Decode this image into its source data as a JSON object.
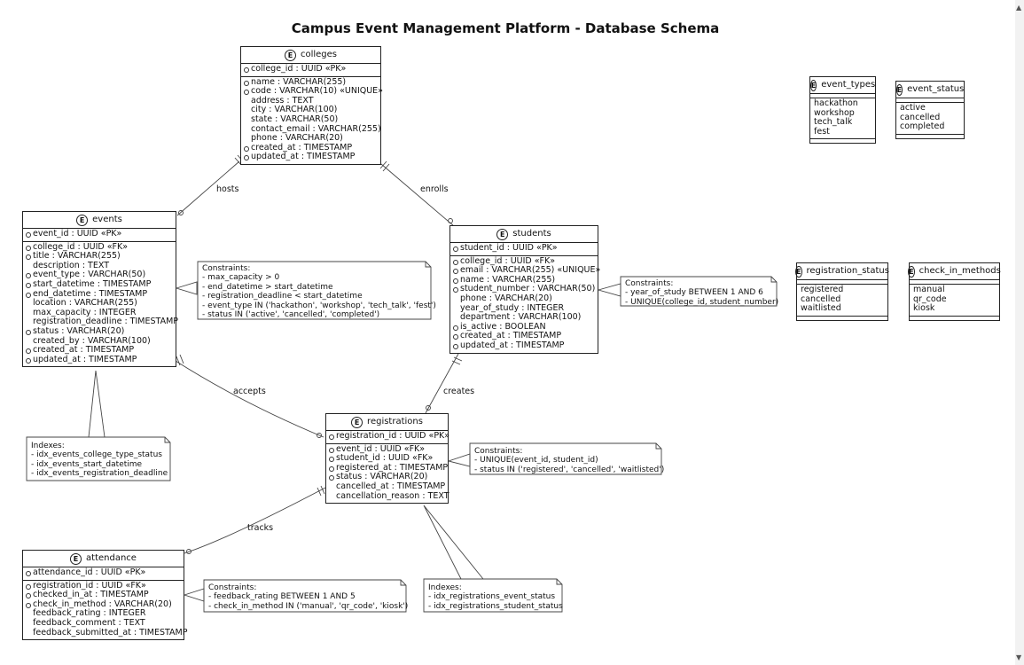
{
  "title": "Campus Event Management Platform - Database Schema",
  "entity_marker": "E",
  "entities": {
    "colleges": {
      "name": "colleges",
      "keys": [
        {
          "text": "college_id : UUID «PK»",
          "req": true
        }
      ],
      "attrs": [
        {
          "text": "name : VARCHAR(255)",
          "req": true
        },
        {
          "text": "code : VARCHAR(10) «UNIQUE»",
          "req": true
        },
        {
          "text": "address : TEXT",
          "req": false
        },
        {
          "text": "city : VARCHAR(100)",
          "req": false
        },
        {
          "text": "state : VARCHAR(50)",
          "req": false
        },
        {
          "text": "contact_email : VARCHAR(255)",
          "req": false
        },
        {
          "text": "phone : VARCHAR(20)",
          "req": false
        },
        {
          "text": "created_at : TIMESTAMP",
          "req": true
        },
        {
          "text": "updated_at : TIMESTAMP",
          "req": true
        }
      ]
    },
    "events": {
      "name": "events",
      "keys": [
        {
          "text": "event_id : UUID «PK»",
          "req": true
        }
      ],
      "attrs": [
        {
          "text": "college_id : UUID «FK»",
          "req": true
        },
        {
          "text": "title : VARCHAR(255)",
          "req": true
        },
        {
          "text": "description : TEXT",
          "req": false
        },
        {
          "text": "event_type : VARCHAR(50)",
          "req": true
        },
        {
          "text": "start_datetime : TIMESTAMP",
          "req": true
        },
        {
          "text": "end_datetime : TIMESTAMP",
          "req": true
        },
        {
          "text": "location : VARCHAR(255)",
          "req": false
        },
        {
          "text": "max_capacity : INTEGER",
          "req": false
        },
        {
          "text": "registration_deadline : TIMESTAMP",
          "req": false
        },
        {
          "text": "status : VARCHAR(20)",
          "req": true
        },
        {
          "text": "created_by : VARCHAR(100)",
          "req": false
        },
        {
          "text": "created_at : TIMESTAMP",
          "req": true
        },
        {
          "text": "updated_at : TIMESTAMP",
          "req": true
        }
      ]
    },
    "students": {
      "name": "students",
      "keys": [
        {
          "text": "student_id : UUID «PK»",
          "req": true
        }
      ],
      "attrs": [
        {
          "text": "college_id : UUID «FK»",
          "req": true
        },
        {
          "text": "email : VARCHAR(255) «UNIQUE»",
          "req": true
        },
        {
          "text": "name : VARCHAR(255)",
          "req": true
        },
        {
          "text": "student_number : VARCHAR(50)",
          "req": true
        },
        {
          "text": "phone : VARCHAR(20)",
          "req": false
        },
        {
          "text": "year_of_study : INTEGER",
          "req": false
        },
        {
          "text": "department : VARCHAR(100)",
          "req": false
        },
        {
          "text": "is_active : BOOLEAN",
          "req": true
        },
        {
          "text": "created_at : TIMESTAMP",
          "req": true
        },
        {
          "text": "updated_at : TIMESTAMP",
          "req": true
        }
      ]
    },
    "registrations": {
      "name": "registrations",
      "keys": [
        {
          "text": "registration_id : UUID «PK»",
          "req": true
        }
      ],
      "attrs": [
        {
          "text": "event_id : UUID «FK»",
          "req": true
        },
        {
          "text": "student_id : UUID «FK»",
          "req": true
        },
        {
          "text": "registered_at : TIMESTAMP",
          "req": true
        },
        {
          "text": "status : VARCHAR(20)",
          "req": true
        },
        {
          "text": "cancelled_at : TIMESTAMP",
          "req": false
        },
        {
          "text": "cancellation_reason : TEXT",
          "req": false
        }
      ]
    },
    "attendance": {
      "name": "attendance",
      "keys": [
        {
          "text": "attendance_id : UUID «PK»",
          "req": true
        }
      ],
      "attrs": [
        {
          "text": "registration_id : UUID «FK»",
          "req": true
        },
        {
          "text": "checked_in_at : TIMESTAMP",
          "req": true
        },
        {
          "text": "check_in_method : VARCHAR(20)",
          "req": true
        },
        {
          "text": "feedback_rating : INTEGER",
          "req": false
        },
        {
          "text": "feedback_comment : TEXT",
          "req": false
        },
        {
          "text": "feedback_submitted_at : TIMESTAMP",
          "req": false
        }
      ]
    }
  },
  "enums": {
    "event_types": {
      "name": "event_types",
      "values": [
        "hackathon",
        "workshop",
        "tech_talk",
        "fest"
      ]
    },
    "event_status": {
      "name": "event_status",
      "values": [
        "active",
        "cancelled",
        "completed"
      ]
    },
    "registration_status": {
      "name": "registration_status",
      "values": [
        "registered",
        "cancelled",
        "waitlisted"
      ]
    },
    "check_in_methods": {
      "name": "check_in_methods",
      "values": [
        "manual",
        "qr_code",
        "kiosk"
      ]
    }
  },
  "notes": {
    "events_constraints": {
      "title": "Constraints:",
      "lines": [
        "- max_capacity > 0",
        "- end_datetime > start_datetime",
        "- registration_deadline < start_datetime",
        "- event_type IN ('hackathon', 'workshop', 'tech_talk', 'fest')",
        "- status IN ('active', 'cancelled', 'completed')"
      ]
    },
    "students_constraints": {
      "title": "Constraints:",
      "lines": [
        "- year_of_study BETWEEN 1 AND 6",
        "- UNIQUE(college_id, student_number)"
      ]
    },
    "registrations_constraints": {
      "title": "Constraints:",
      "lines": [
        "- UNIQUE(event_id, student_id)",
        "- status IN ('registered', 'cancelled', 'waitlisted')"
      ]
    },
    "attendance_constraints": {
      "title": "Constraints:",
      "lines": [
        "- feedback_rating BETWEEN 1 AND 5",
        "- check_in_method IN ('manual', 'qr_code', 'kiosk')"
      ]
    },
    "events_indexes": {
      "title": "Indexes:",
      "lines": [
        "- idx_events_college_type_status",
        "- idx_events_start_datetime",
        "- idx_events_registration_deadline"
      ]
    },
    "registrations_indexes": {
      "title": "Indexes:",
      "lines": [
        "- idx_registrations_event_status",
        "- idx_registrations_student_status"
      ]
    }
  },
  "relations": {
    "hosts": "hosts",
    "enrolls": "enrolls",
    "accepts": "accepts",
    "creates": "creates",
    "tracks": "tracks"
  }
}
